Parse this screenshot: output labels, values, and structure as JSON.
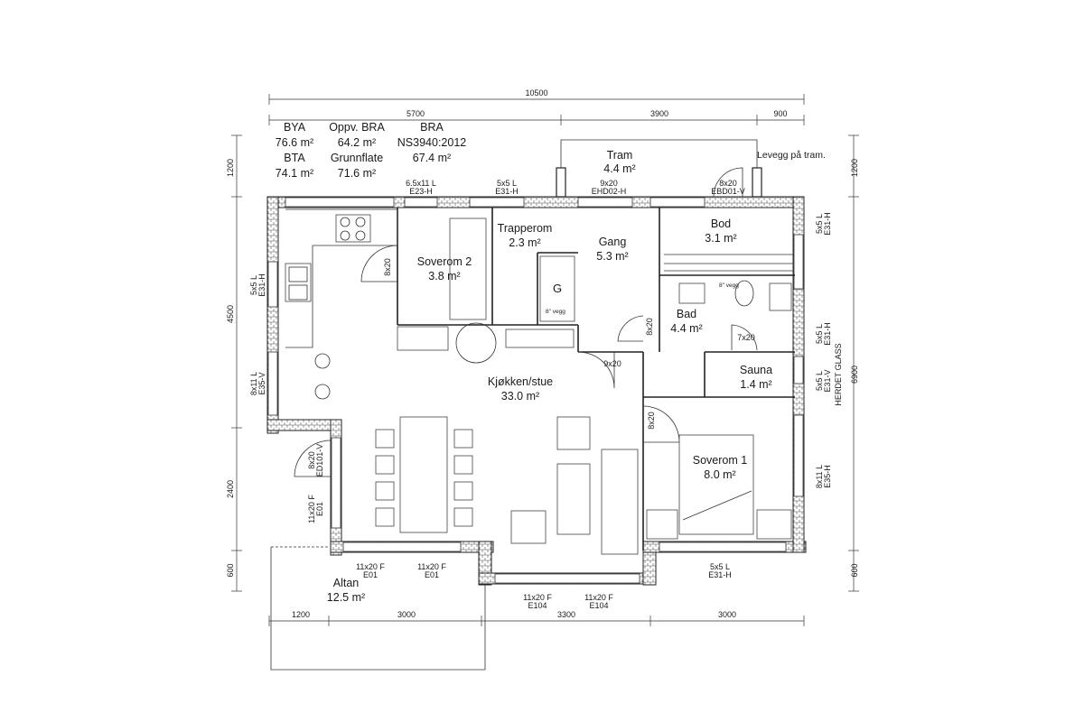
{
  "stats": {
    "bya_label": "BYA",
    "bya_value": "76.6 m²",
    "oppv_label": "Oppv. BRA",
    "oppv_value": "64.2 m²",
    "bra_label": "BRA",
    "bra_sub": "NS3940:2012",
    "bra_value": "67.4 m²",
    "bta_label": "BTA",
    "bta_value": "74.1 m²",
    "grunn_label": "Grunnflate",
    "grunn_value": "71.6 m²"
  },
  "rooms": [
    {
      "name": "Tram",
      "area": "4.4 m²"
    },
    {
      "name": "Trapperom",
      "area": "2.3 m²"
    },
    {
      "name": "Gang",
      "area": "5.3 m²"
    },
    {
      "name": "Bod",
      "area": "3.1 m²"
    },
    {
      "name": "Soverom 2",
      "area": "3.8 m²"
    },
    {
      "name": "Bad",
      "area": "4.4 m²"
    },
    {
      "name": "Sauna",
      "area": "1.4 m²"
    },
    {
      "name": "Kjøkken/stue",
      "area": "33.0 m²"
    },
    {
      "name": "Soverom 1",
      "area": "8.0 m²"
    },
    {
      "name": "Altan",
      "area": "12.5 m²"
    }
  ],
  "annotations": {
    "levegg": "Levegg på tram.",
    "stair_mark": "G",
    "herdet": "HERDET GLASS",
    "vegg1": "8\" vegg",
    "vegg2": "8\" vegg"
  },
  "openings": [
    {
      "size": "6.5x11 L",
      "code": "E23-H"
    },
    {
      "size": "5x5 L",
      "code": "E31-H"
    },
    {
      "size": "9x20",
      "code": "EHD02-H"
    },
    {
      "size": "8x20",
      "code": "EBD01-V"
    },
    {
      "size": "5x5 L",
      "code": "E31-H"
    },
    {
      "size": "8x11 L",
      "code": "E35-V"
    },
    {
      "size": "8x20",
      "code": "ED101-V"
    },
    {
      "size": "11x20 F",
      "code": "E01"
    },
    {
      "size": "11x20 F",
      "code": "E01"
    },
    {
      "size": "11x20 F",
      "code": "E01"
    },
    {
      "size": "11x20 F",
      "code": "E104"
    },
    {
      "size": "11x20 F",
      "code": "E104"
    },
    {
      "size": "5x5 L",
      "code": "E31-H"
    },
    {
      "size": "5x5 L",
      "code": "E31-H"
    },
    {
      "size": "5x5 L",
      "code": "E31-V"
    },
    {
      "size": "5x5 L",
      "code": "E31-H"
    },
    {
      "size": "8x11 L",
      "code": "E35-H"
    }
  ],
  "door_sizes": {
    "soverom2": "8x20",
    "bad": "8x20",
    "sauna": "7x20",
    "stue": "9x20",
    "soverom1": "8x20"
  },
  "dimensions": {
    "total_width": "10500",
    "top_a": "5700",
    "top_b": "3900",
    "top_c": "900",
    "bottom_a": "1200",
    "bottom_b": "3000",
    "bottom_c": "3300",
    "bottom_d": "3000",
    "left_a": "1200",
    "left_b": "4500",
    "left_c": "2400",
    "left_d": "600",
    "right_a": "1200",
    "right_b": "6900",
    "right_c": "600"
  }
}
